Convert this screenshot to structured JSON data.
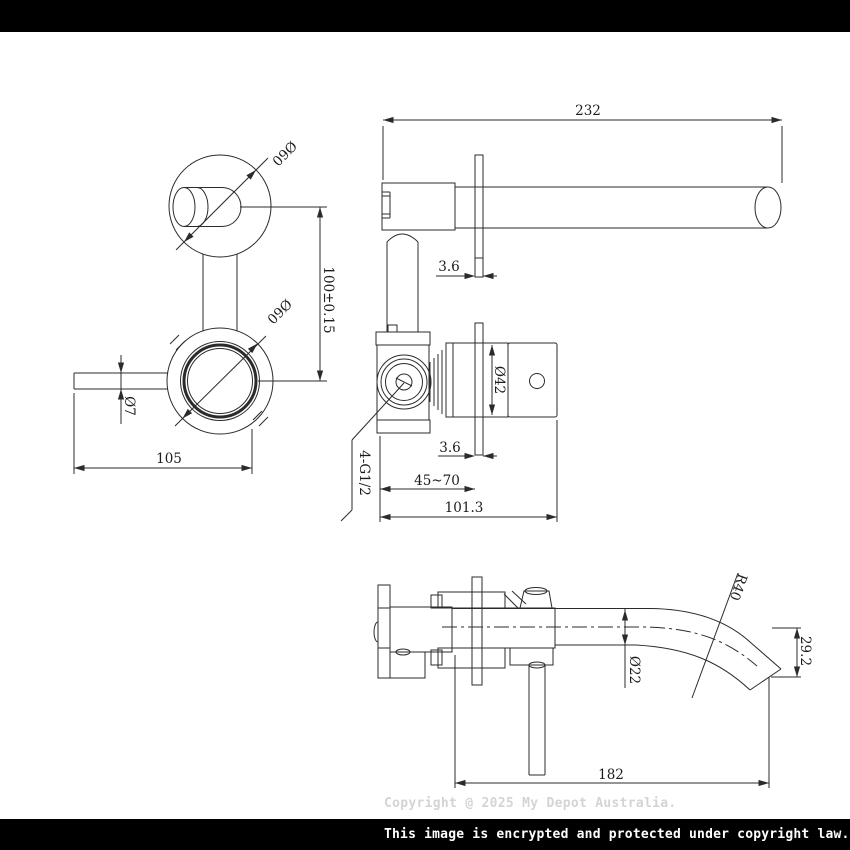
{
  "watermark": {
    "copyright_text": "Copyright @ 2025 My Depot Australia.",
    "color": "#d4d4d4"
  },
  "bottom_bar": {
    "text": "This image is encrypted and protected under copyright law.",
    "bg": "#000000",
    "text_color": "#ffffff"
  },
  "drawing": {
    "line_color": "#2b2b2b",
    "dimensions": {
      "front_top_diameter": "Ø60",
      "front_bottom_diameter": "Ø60",
      "front_vertical_spacing": "100±0.15",
      "front_spout_hole": "Ø7",
      "front_spout_length": "105",
      "side_spout_length": "232",
      "side_plate_thickness_top": "3.6",
      "side_plate_thickness_bottom": "3.6",
      "side_cartridge_diameter": "Ø42",
      "side_wall_depth_range": "45~70",
      "side_total_depth": "101.3",
      "side_thread": "4-G1/2",
      "bottom_spout_radius": "R40",
      "bottom_drop_height": "29.2",
      "bottom_spout_diameter": "Ø22",
      "bottom_spout_reach": "182"
    }
  }
}
